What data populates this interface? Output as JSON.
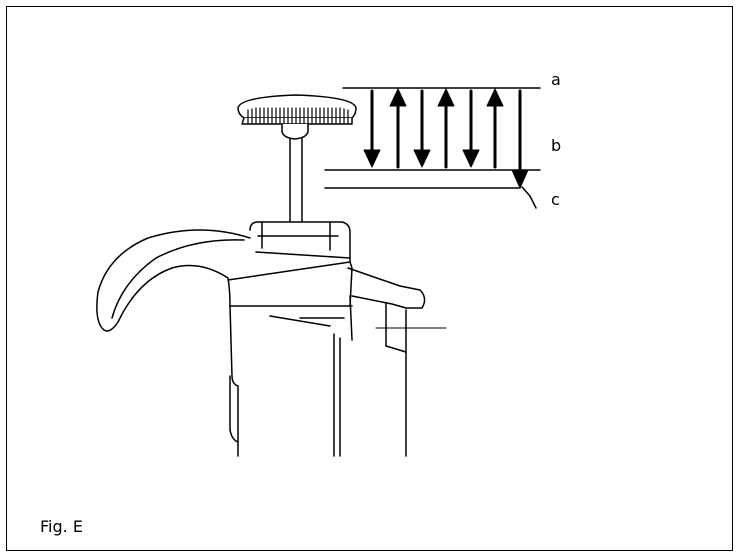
{
  "figure": {
    "caption": "Fig. E",
    "labels": {
      "a": "a",
      "b": "b",
      "c": "c"
    },
    "stroke_color": "#000000",
    "background": "#ffffff"
  }
}
